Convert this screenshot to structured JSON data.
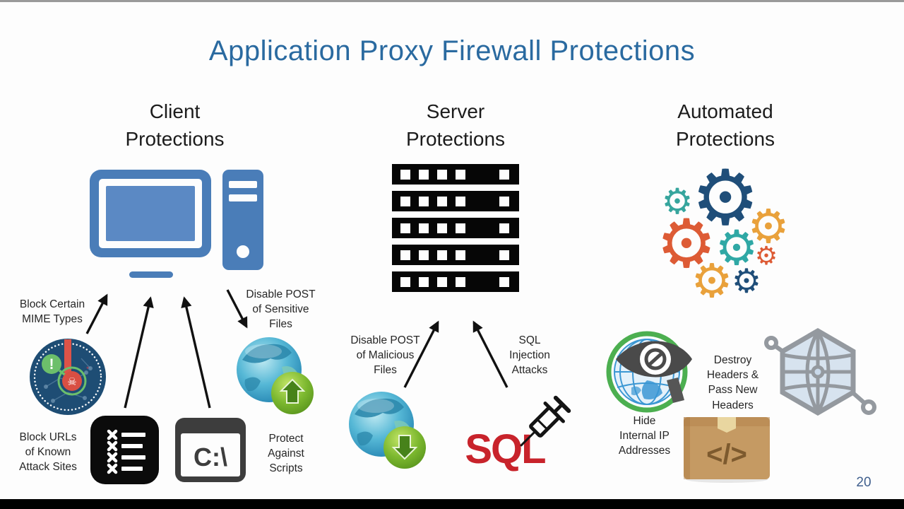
{
  "title": "Application Proxy Firewall Protections",
  "page_number": "20",
  "headers": {
    "client": "Client\nProtections",
    "server": "Server\nProtections",
    "automated": "Automated\nProtections"
  },
  "client": {
    "block_mime_label": "Block Certain\nMIME Types",
    "disable_post_label": "Disable POST\nof Sensitive\nFiles",
    "block_urls_label": "Block URLs\nof Known\nAttack Sites",
    "protect_scripts_label": "Protect\nAgainst\nScripts",
    "command_prompt_text": "C:\\"
  },
  "server": {
    "disable_post_label": "Disable POST\nof Malicious\nFiles",
    "sql_injection_label": "SQL\nInjection\nAttacks",
    "sql_logo_text": "SQL"
  },
  "automated": {
    "destroy_headers_label": "Destroy\nHeaders &\nPass New\nHeaders",
    "hide_ip_label": "Hide\nInternal IP\nAddresses",
    "code_box_symbol": "</>"
  },
  "icons": {
    "gear_glyph": "⚙",
    "skull_glyph": "☠",
    "exclamation_glyph": "!"
  },
  "palette": {
    "title_blue": "#2A6AA0",
    "heading_black": "#1C1C1C",
    "computer_blue": "#4F81BD",
    "malware_navy": "#1E4D74",
    "malware_red": "#DD5348",
    "malware_green": "#6CBF6B",
    "sql_red": "#C8232B",
    "globe_blue": "#2E8FBC",
    "upload_green": "#7CB82F",
    "gear_navy": "#1F4E79",
    "gear_teal": "#36A59D",
    "gear_orange": "#E9A13B",
    "gear_red": "#DD5B35",
    "box_brown": "#C59A63",
    "hex_gray": "#94999F",
    "page_number_blue": "#41608E"
  }
}
